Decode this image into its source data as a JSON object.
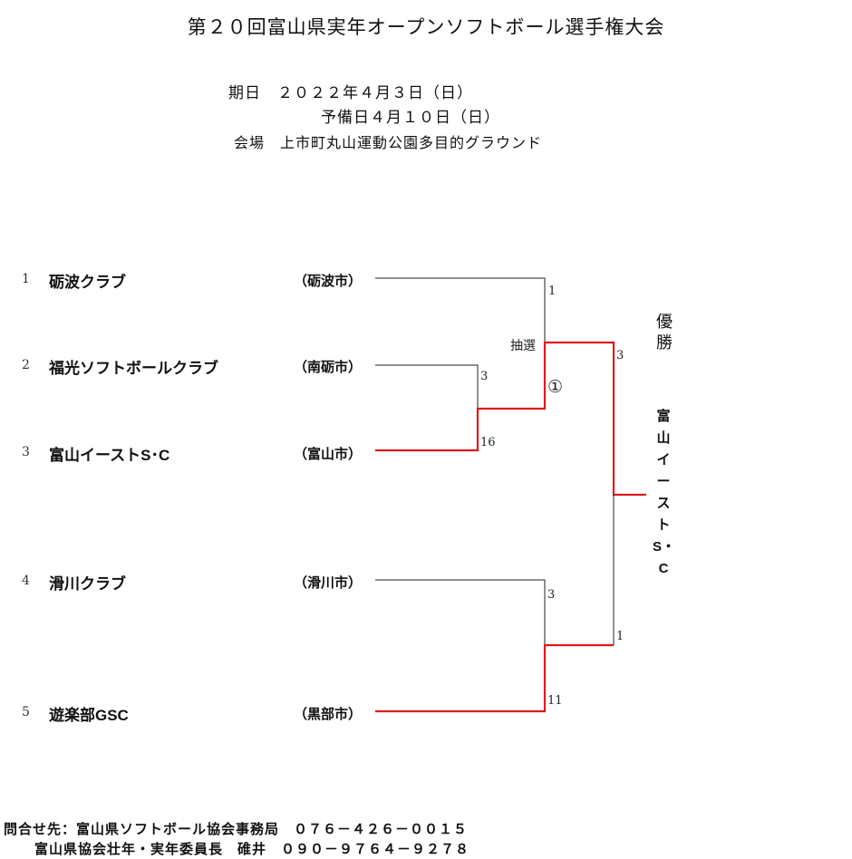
{
  "title": "第２０回富山県実年オープンソフトボール選手権大会",
  "date_label": "期日",
  "date": "２０２２年４月３日（日）",
  "reserve_date": "予備日４月１０日（日）",
  "venue_label": "会場",
  "venue": "上市町丸山運動公園多目的グラウンド",
  "teams": [
    {
      "seed": "1",
      "name": "砺波クラブ",
      "city": "（砺波市）"
    },
    {
      "seed": "2",
      "name": "福光ソフトボールクラブ",
      "city": "（南砺市）"
    },
    {
      "seed": "3",
      "name": "富山イーストS･C",
      "city": "（富山市）"
    },
    {
      "seed": "4",
      "name": "滑川クラブ",
      "city": "（滑川市）"
    },
    {
      "seed": "5",
      "name": "遊楽部GSC",
      "city": "（黒部市）"
    }
  ],
  "scores": {
    "r1_team2": "3",
    "r1_team3": "16",
    "sf1_team1": "1",
    "sf1_note": "抽選",
    "sf2_team4": "3",
    "sf2_team5": "11",
    "final_top": "3",
    "final_bottom": "1"
  },
  "match_number": "①",
  "winner_label": "優勝",
  "champion": "富山イーストS・C",
  "contact": {
    "line1": "問合せ先：富山県ソフトボール協会事務局　０７６－４２６－００１５",
    "line2": "富山県協会壮年・実年委員長　碓井　０９０－９７６４－９２７８"
  },
  "colors": {
    "win_line": "#e0191b",
    "line": "#222222"
  }
}
